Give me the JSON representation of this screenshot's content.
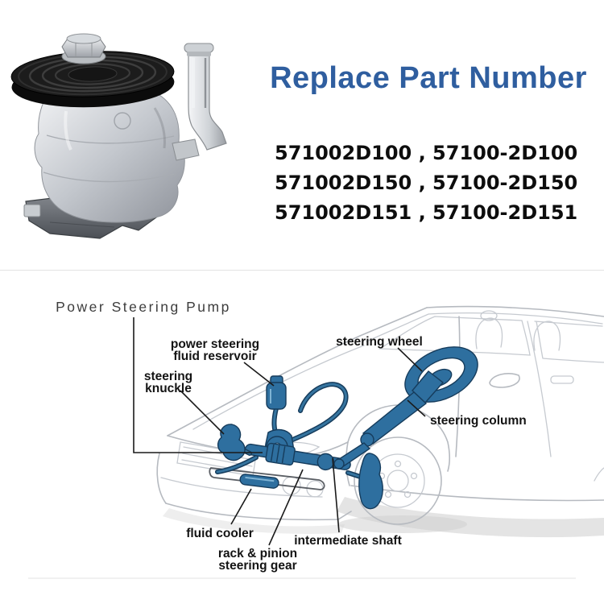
{
  "colors": {
    "title_blue": "#2f5e9f",
    "component_blue": "#2e6f9f",
    "label_black": "#141414",
    "car_line_gray": "#b6bac0"
  },
  "header": {
    "title": "Replace Part Number",
    "part_numbers": [
      "571002D100 , 57100-2D100",
      "571002D150 , 57100-2D150",
      "571002D151 , 57100-2D151"
    ]
  },
  "diagram": {
    "labels": {
      "pump": "Power Steering Pump",
      "reservoir_line1": "power steering",
      "reservoir_line2": "fluid reservoir",
      "knuckle_line1": "steering",
      "knuckle_line2": "knuckle",
      "wheel": "steering wheel",
      "column": "steering column",
      "cooler": "fluid cooler",
      "rack_line1": "rack & pinion",
      "rack_line2": "steering gear",
      "shaft": "intermediate shaft"
    }
  }
}
